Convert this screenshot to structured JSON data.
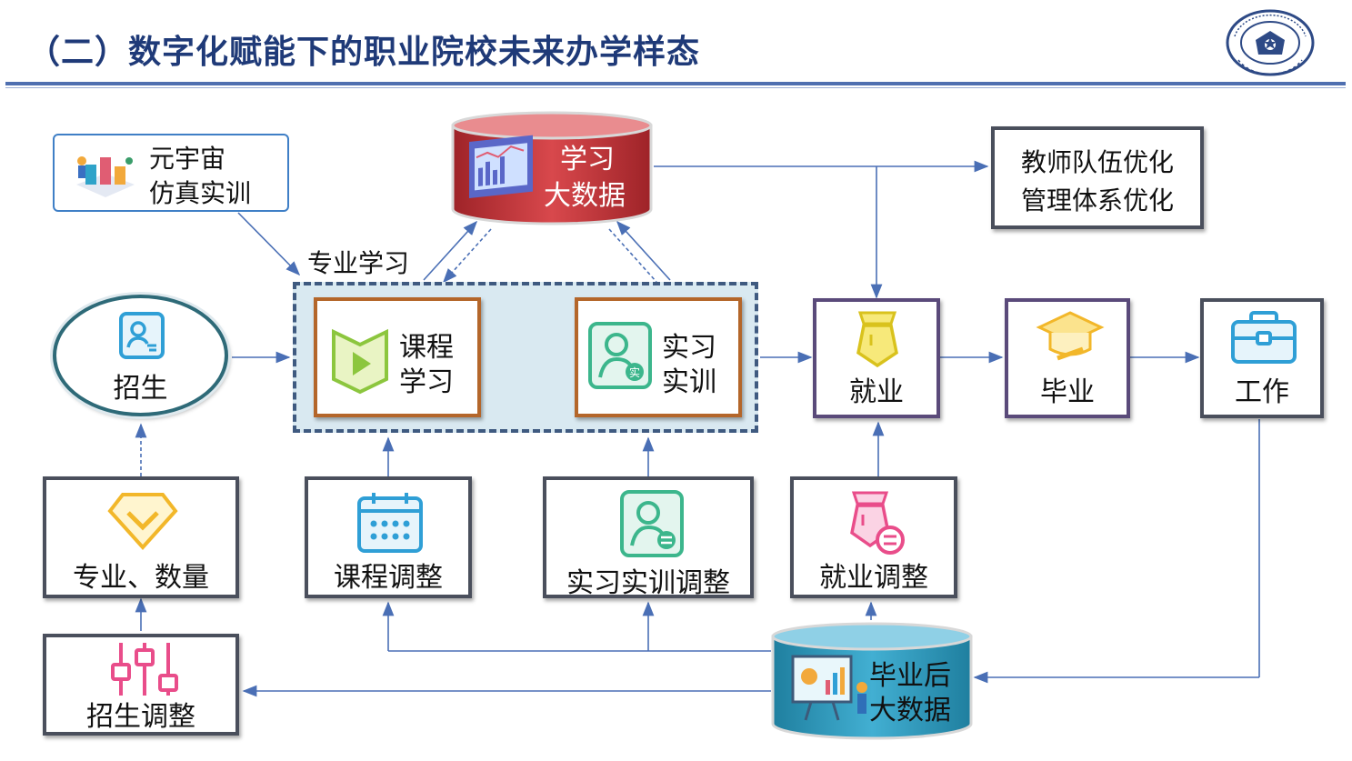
{
  "title": "（二）数字化赋能下的职业院校未来办学样态",
  "colors": {
    "title": "#1f3a78",
    "line": "#4a6fb5",
    "db_red": "#c0343a",
    "db_teal": "#2e95b8"
  },
  "nodes": {
    "metaverse": {
      "line1": "元宇宙",
      "line2": "仿真实训",
      "icon": "metaverse-illustration"
    },
    "learning_db": {
      "line1": "学习",
      "line2": "大数据",
      "icon": "dashboard-screen"
    },
    "teacher": {
      "line1": "教师队伍优化",
      "line2": "管理体系优化"
    },
    "major_study": {
      "label": "专业学习"
    },
    "enroll": {
      "label": "招生",
      "icon": "user-card-icon"
    },
    "course": {
      "line1": "课程",
      "line2": "学习",
      "icon": "play-book-icon"
    },
    "practice": {
      "line1": "实习",
      "line2": "实训",
      "icon": "person-badge-icon"
    },
    "employ": {
      "label": "就业",
      "icon": "tie-icon"
    },
    "graduate": {
      "label": "毕业",
      "icon": "graduation-cap-icon"
    },
    "work": {
      "label": "工作",
      "icon": "briefcase-icon"
    },
    "major_qty": {
      "label": "专业、数量",
      "icon": "diamond-icon"
    },
    "course_adj": {
      "label": "课程调整",
      "icon": "calendar-icon"
    },
    "practice_adj": {
      "label": "实习实训调整",
      "icon": "person-exchange-icon"
    },
    "employ_adj": {
      "label": "就业调整",
      "icon": "tie-exchange-icon"
    },
    "enroll_adj": {
      "label": "招生调整",
      "icon": "sliders-icon"
    },
    "post_db": {
      "line1": "毕业后",
      "line2": "大数据",
      "icon": "presentation-board"
    }
  }
}
